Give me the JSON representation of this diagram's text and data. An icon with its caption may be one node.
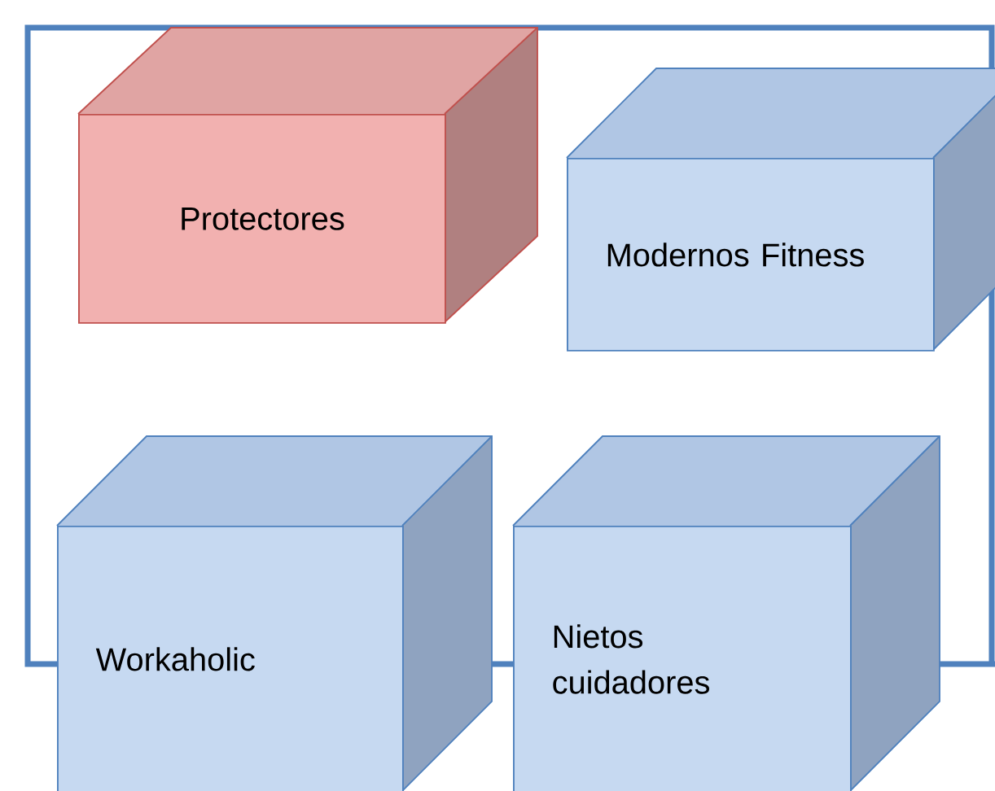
{
  "diagram": {
    "nodes": [
      {
        "text": [
          "Protectores"
        ]
      },
      {
        "text": [
          "Modernos Fitness"
        ]
      },
      {
        "text": [
          "Workaholic"
        ]
      },
      {
        "text": [
          "Nietos cuidadores"
        ]
      }
    ]
  }
}
